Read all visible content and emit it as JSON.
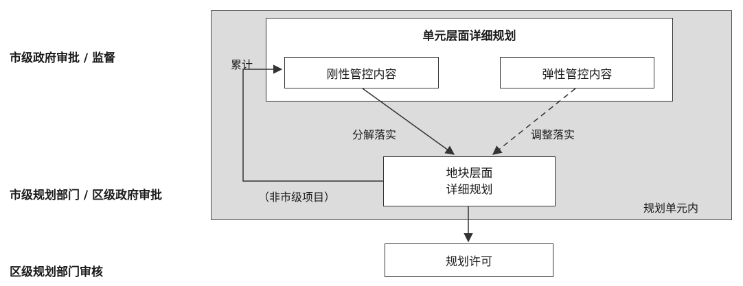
{
  "side_labels": {
    "top": "市级政府审批 / 监督",
    "middle": "市级规划部门 / 区级政府审批",
    "bottom": "区级规划部门审核"
  },
  "zone": {
    "label": "规划单元内"
  },
  "boxes": {
    "unit_title": "单元层面详细规划",
    "rigid": "刚性管控内容",
    "flexible": "弹性管控内容",
    "plot_line1": "地块层面",
    "plot_line2": "详细规划",
    "permit": "规划许可"
  },
  "annotations": {
    "cumulative": "累计",
    "decompose": "分解落实",
    "adjust": "调整落实",
    "non_municipal": "（非市级项目）"
  },
  "colors": {
    "zone_fill": "#dcdcdc",
    "line": "#333333"
  }
}
